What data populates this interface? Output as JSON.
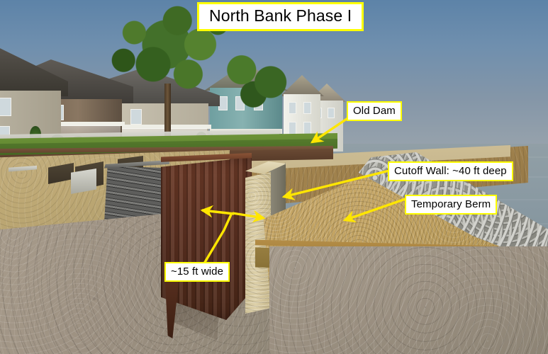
{
  "scene": {
    "kind": "engineering-3d-rendering",
    "subject": "dam cutoff wall construction cross-section",
    "sky_color": "#6f8fae",
    "water_color": "#8c9ba3",
    "lawn_color": "#4d7028",
    "soil_color": "#b9a46f",
    "berm_color": "#c2a362",
    "sheetpile_color": "#5e3222",
    "concrete_color": "#ddd0a9",
    "riprap_color": "#8d8d86",
    "callout_fill": "#ffffff",
    "callout_border": "#ffff00",
    "arrow_color": "#ffe600"
  },
  "title": {
    "text": "North Bank Phase I"
  },
  "callouts": [
    {
      "id": "old-dam",
      "text": "Old Dam"
    },
    {
      "id": "cutoff-wall",
      "text": "Cutoff Wall: ~40 ft deep"
    },
    {
      "id": "temp-berm",
      "text": "Temporary Berm"
    },
    {
      "id": "width",
      "text": "~15 ft wide"
    }
  ],
  "features": {
    "houses_label": "residential houses",
    "tree_label": "deciduous tree",
    "lawn_label": "grass lawn",
    "sidewalk_label": "concrete sidewalk",
    "sheetpile_label": "steel sheet pile wall",
    "cutoff_label": "concrete cutoff wall",
    "blockwall_label": "segmental block retaining wall",
    "berm_label": "temporary earthen berm",
    "riprap_label": "riprap shoreline armor",
    "water_label": "river water",
    "till_label": "native soil / till"
  }
}
